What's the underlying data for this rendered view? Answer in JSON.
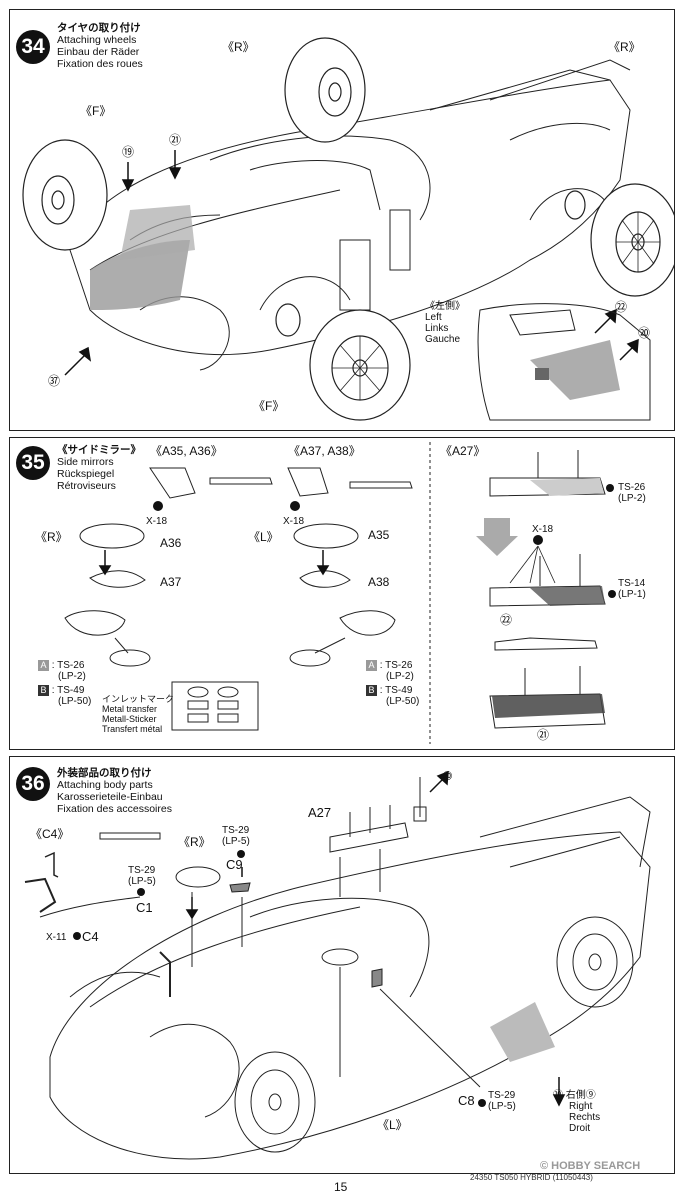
{
  "step34": {
    "number": "34",
    "title_jp": "タイヤの取り付け",
    "title_en": "Attaching wheels",
    "title_de": "Einbau der Räder",
    "title_fr": "Fixation des roues",
    "label_r_top": "《R》",
    "label_r_right": "《R》",
    "label_f_left": "《F》",
    "label_f_bottom": "《F》",
    "part_19": "⑲",
    "part_21": "㉑",
    "part_87": "㊲",
    "inset_jp": "《左側》",
    "inset_en": "Left",
    "inset_de": "Links",
    "inset_fr": "Gauche",
    "inset_22": "㉒",
    "inset_20": "⑳"
  },
  "step35": {
    "number": "35",
    "title_jp": "《サイドミラー》",
    "title_en": "Side mirrors",
    "title_de": "Rückspiegel",
    "title_fr": "Rétroviseurs",
    "group1": "《A35, A36》",
    "group2": "《A37, A38》",
    "x18": "X-18",
    "r": "《R》",
    "l": "《L》",
    "a36": "A36",
    "a37": "A37",
    "a35": "A35",
    "a38": "A38",
    "paint_a_label": "A",
    "paint_a_text": ": TS-26",
    "paint_a_sub": "(LP-2)",
    "paint_b_label": "B",
    "paint_b_text": ": TS-49",
    "paint_b_sub": "(LP-50)",
    "transfer_jp": "インレットマーク",
    "transfer_en": "Metal transfer",
    "transfer_de": "Metall-Sticker",
    "transfer_fr": "Transfert métal",
    "a27": "《A27》",
    "ts26": "TS-26",
    "lp2": "(LP-2)",
    "ts14": "TS-14",
    "lp1": "(LP-1)",
    "x18b": "X-18",
    "part22": "㉒",
    "part21": "㉑"
  },
  "step36": {
    "number": "36",
    "title_jp": "外装部品の取り付け",
    "title_en": "Attaching body parts",
    "title_de": "Karosserieteile-Einbau",
    "title_fr": "Fixation des accessoires",
    "c4_group": "《C4》",
    "ts29_a": "TS-29",
    "lp5_a": "(LP-5)",
    "c1": "C1",
    "x11": "X-11",
    "c4": "C4",
    "r": "《R》",
    "ts29_b": "TS-29",
    "lp5_b": "(LP-5)",
    "c9": "C9",
    "a27": "A27",
    "part10_top": "⑩",
    "l": "《L》",
    "c8": "C8",
    "ts29_c": "TS-29",
    "lp5_c": "(LP-5)",
    "right_num": "⑩",
    "right_jp": "右側",
    "right_num2": "⑨",
    "right_en": "Right",
    "right_de": "Rechts",
    "right_fr": "Droit"
  },
  "footer": {
    "page": "15",
    "code": "24350 TS050 HYBRID (11050443)",
    "watermark": "© HOBBY SEARCH"
  }
}
